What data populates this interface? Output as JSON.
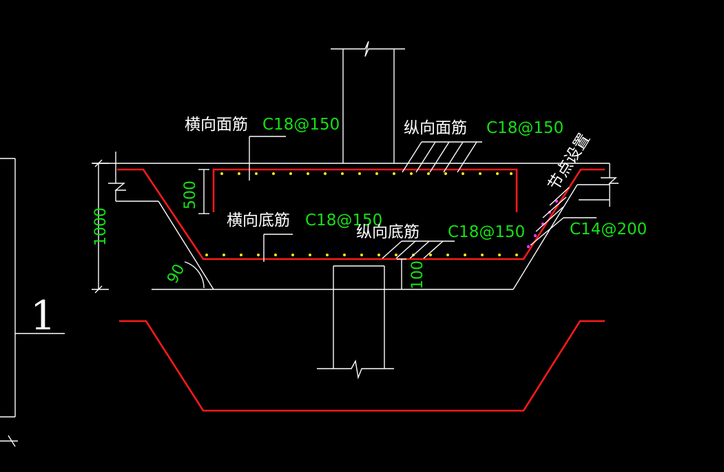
{
  "labels": {
    "transverse_top": "横向面筋",
    "transverse_top_spec": "C18@150",
    "longitudinal_top": "纵向面筋",
    "longitudinal_top_spec": "C18@150",
    "transverse_bottom": "横向底筋",
    "transverse_bottom_spec": "C18@150",
    "longitudinal_bottom": "纵向底筋",
    "longitudinal_bottom_spec": "C18@150",
    "node_setting": "节点设置",
    "side_spec": "C14@200"
  },
  "dimensions": {
    "height_total": "1000",
    "height_inner": "500",
    "cover_bottom": "100",
    "angle": "90"
  },
  "section_number": "1",
  "colors": {
    "background": "#000000",
    "lines": "#ffffff",
    "rebar": "#ff1a1a",
    "spec_text": "#16e016",
    "rebar_dots": "#ffe81a",
    "side_dots": "#ff33ff"
  }
}
